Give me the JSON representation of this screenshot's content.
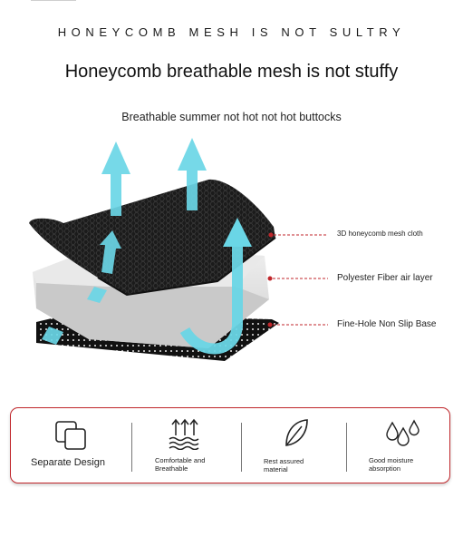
{
  "header": {
    "caps_title": "HONEYCOMB MESH IS NOT SULTRY",
    "title": "Honeycomb breathable mesh is not stuffy",
    "subtitle": "Breathable summer not hot not hot buttocks"
  },
  "layers": [
    {
      "label": "3D honeycomb mesh cloth",
      "color": "#1b1b1b"
    },
    {
      "label": "Polyester Fiber air layer",
      "color": "#dcdcdc"
    },
    {
      "label": "Fine-Hole Non Slip Base",
      "color": "#111111"
    }
  ],
  "colors": {
    "arrow": "#6ad6e6",
    "accent_red": "#c0262b",
    "callout_dot": "#c0262b"
  },
  "features": [
    {
      "label": "Separate Design",
      "icon": "two-squares-icon"
    },
    {
      "label": "Comfortable and\nBreathable",
      "icon": "airflow-arrows-icon"
    },
    {
      "label": "Rest assured\nmaterial",
      "icon": "leaf-icon"
    },
    {
      "label": "Good moisture\nabsorption",
      "icon": "water-drops-icon"
    }
  ]
}
